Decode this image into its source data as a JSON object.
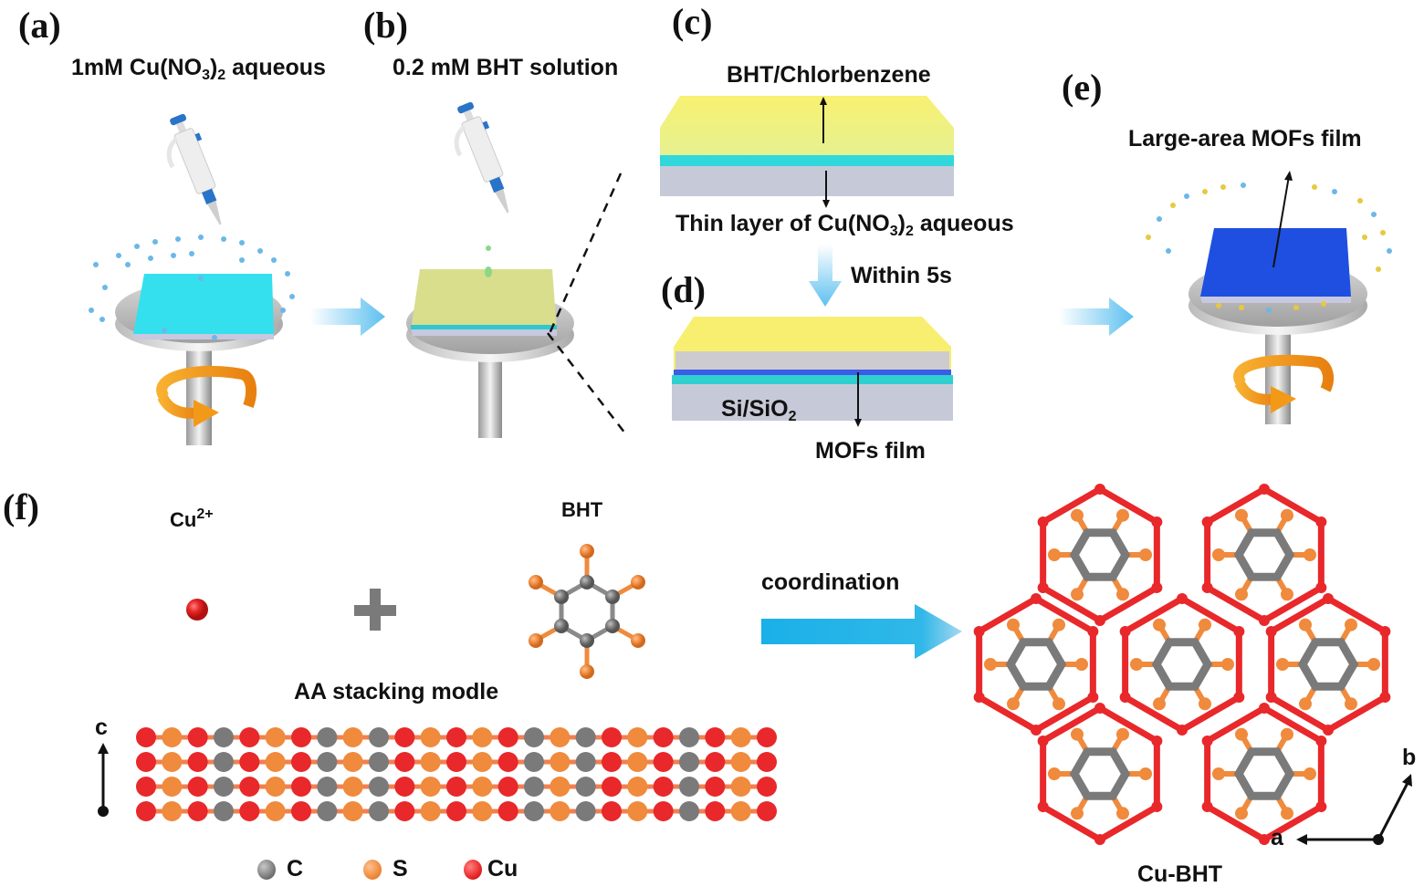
{
  "panels": {
    "a": {
      "label": "(a)",
      "title_main": "1mM Cu(NO",
      "title_sub1": "3",
      "title_mid": ")",
      "title_sub2": "2",
      "title_tail": " aqueous",
      "substrate_color": "#35e0ee"
    },
    "b": {
      "label": "(b)",
      "title": "0.2 mM BHT solution",
      "substrate_color": "#d8de8c"
    },
    "c": {
      "label": "(c)",
      "top_label": "BHT/Chlorbenzene",
      "bottom_main": "Thin layer of Cu(NO",
      "bottom_sub1": "3",
      "bottom_mid": ")",
      "bottom_sub2": "2",
      "bottom_tail": " aqueous"
    },
    "step": {
      "label": "Within 5s"
    },
    "d": {
      "label": "(d)",
      "substrate_main": "Si/SiO",
      "substrate_sub": "2",
      "film_label": "MOFs film"
    },
    "e": {
      "label": "(e)",
      "title": "Large-area MOFs film",
      "substrate_color": "#1f4fe0"
    },
    "f": {
      "label": "(f)",
      "cu_ion_main": "Cu",
      "cu_ion_sup": "2+",
      "plus": "+",
      "ligand": "BHT",
      "arrow_label": "coordination",
      "stacking_title": "AA stacking modle",
      "axis_c": "c",
      "axis_a": "a",
      "axis_b": "b",
      "product": "Cu-BHT",
      "legend": [
        {
          "symbol": "C",
          "color": "#7a7a7a"
        },
        {
          "symbol": "S",
          "color": "#f08a3c"
        },
        {
          "symbol": "Cu",
          "color": "#e8282a"
        }
      ]
    }
  },
  "colors": {
    "flow_arrow": "#5cc0f0",
    "yellow_layer": "#f5f070",
    "cyan_layer": "#30d8dc",
    "mof_layer": "#3a5ce8",
    "carbon": "#7a7a7a",
    "sulfur": "#f08a3c",
    "copper": "#e8282a",
    "spinner_arrow": "#f0a020"
  }
}
